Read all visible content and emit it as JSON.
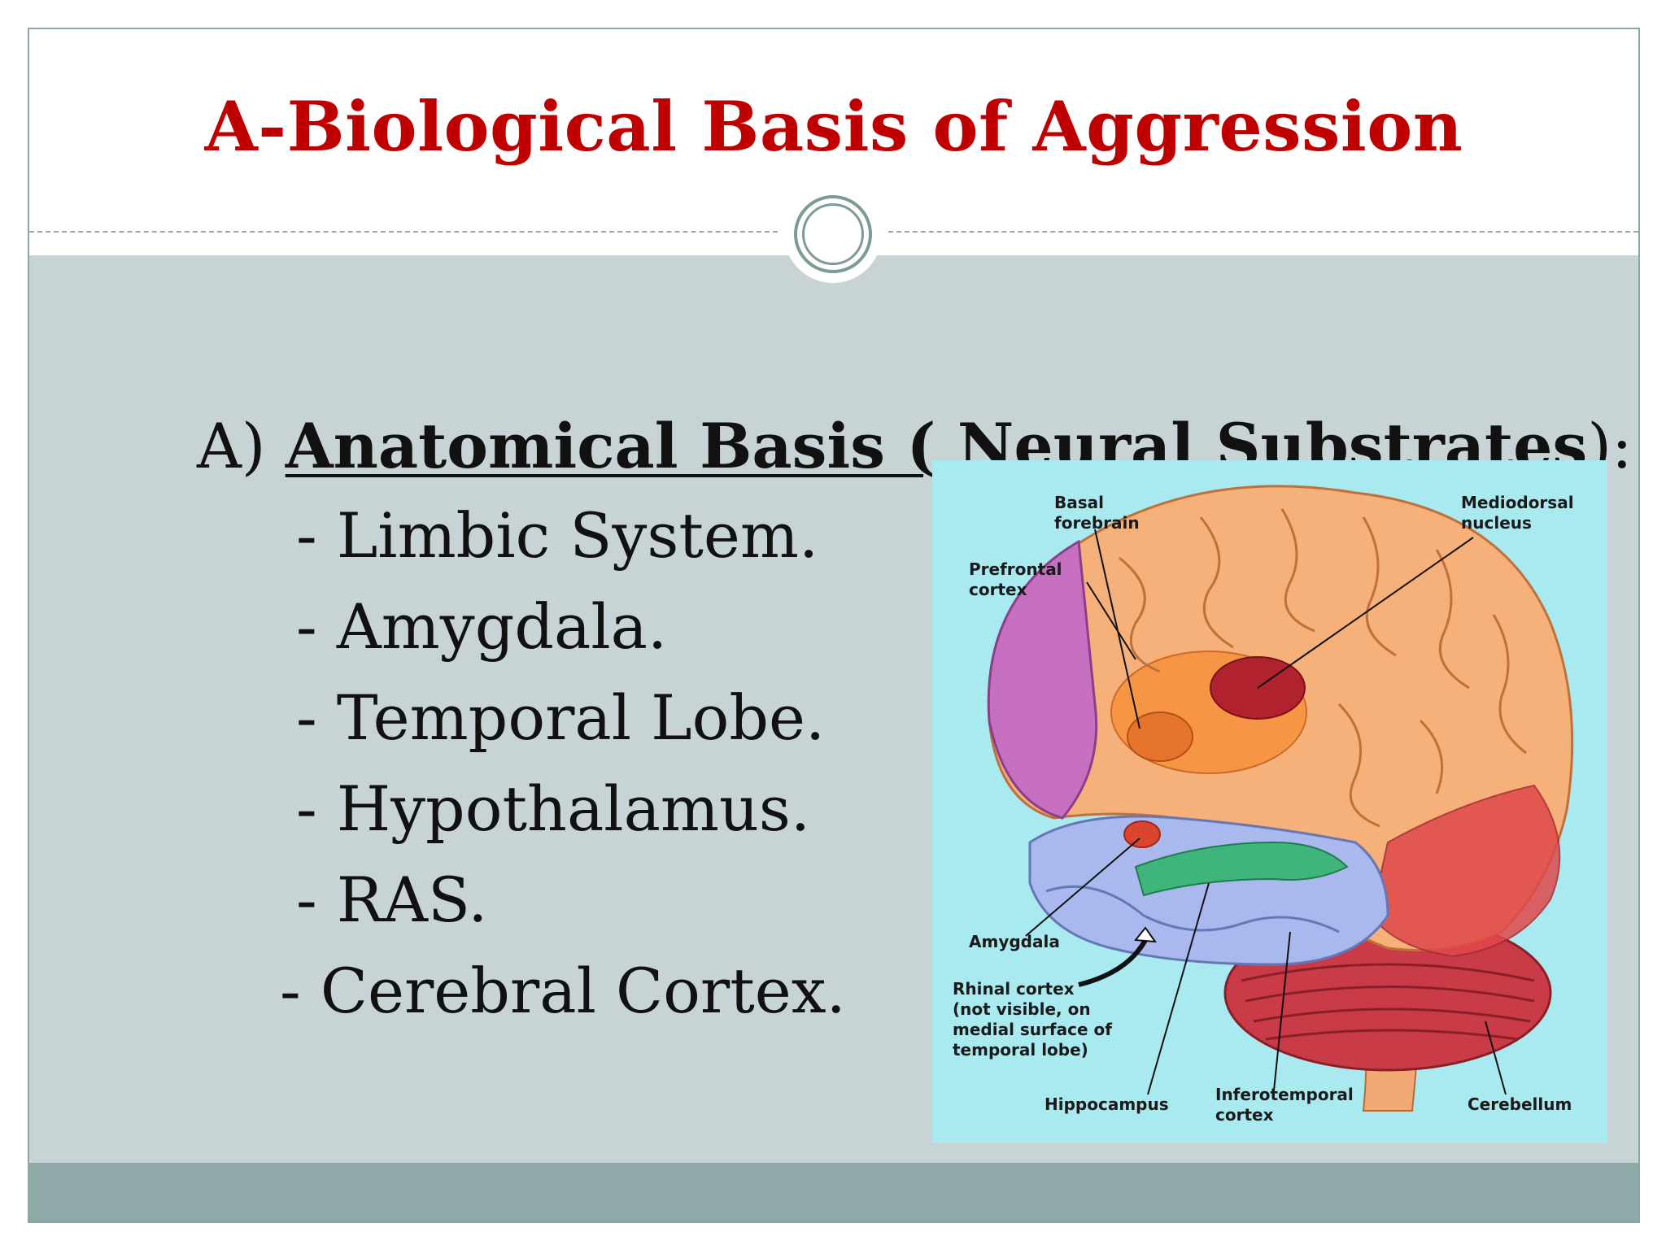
{
  "slide": {
    "title": "A-Biological Basis of Aggression",
    "section": {
      "prefix": "A) ",
      "heading": "Anatomical Basis ( Neural Substrates",
      "suffix": "):"
    },
    "items": [
      "- Limbic System.",
      "- Amygdala.",
      "- Temporal Lobe.",
      "- Hypothalamus.",
      "- RAS.",
      "- Cerebral Cortex."
    ]
  },
  "figure": {
    "labels": {
      "basal_forebrain": "Basal\nforebrain",
      "mediodorsal_nucleus": "Mediodorsal\nnucleus",
      "prefrontal_cortex": "Prefrontal\ncortex",
      "amygdala": "Amygdala",
      "rhinal_cortex": "Rhinal cortex\n(not visible, on\nmedial surface of\ntemporal lobe)",
      "hippocampus": "Hippocampus",
      "inferotemporal_cortex": "Inferotemporal\ncortex",
      "cerebellum": "Cerebellum"
    }
  },
  "colors": {
    "title": "#c00000",
    "body_background": "#c8d3d6",
    "footer_band": "#8fa8a8",
    "figure_background": "#a8eaf0"
  }
}
